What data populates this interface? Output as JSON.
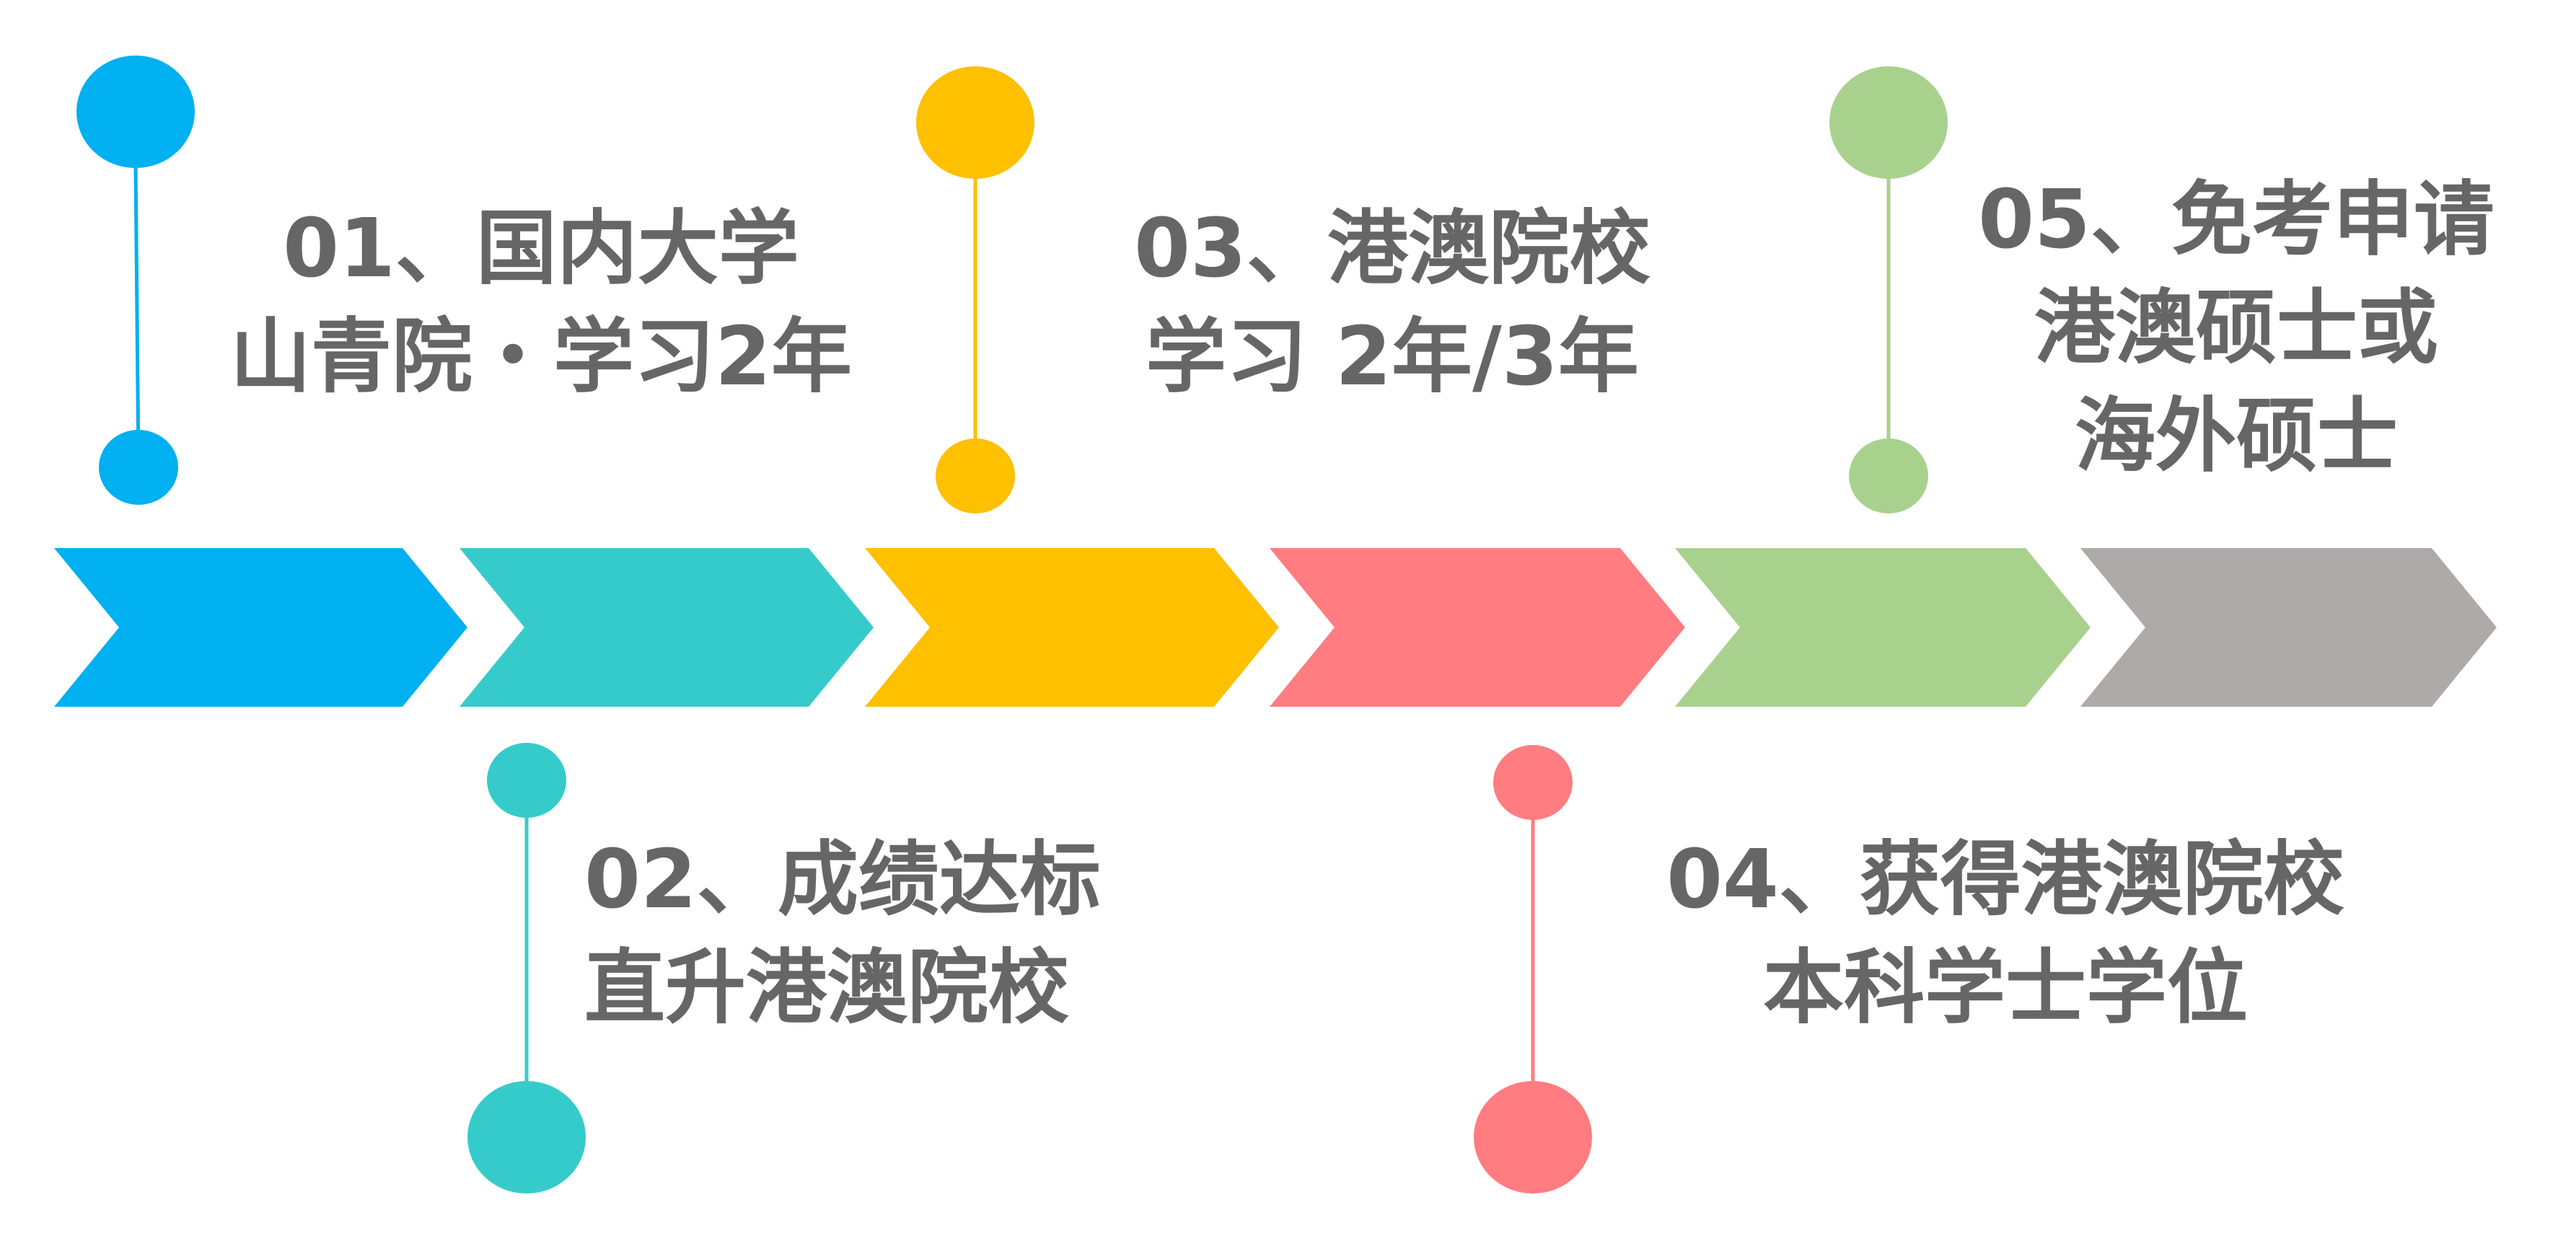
{
  "colors": {
    "text": "#666666",
    "blue": "#00B0F0",
    "teal": "#36CBCB",
    "yellow": "#FFC000",
    "coral": "#FF7C80",
    "green": "#A9D18E",
    "gray": "#AEAAAA"
  },
  "arrow_colors": [
    "#00B0F0",
    "#36CBCB",
    "#FFC000",
    "#FF7C80",
    "#A9D18E",
    "#AEAAAA"
  ],
  "steps": [
    {
      "line1": "01、国内大学",
      "line2": "山青院・学习2年",
      "color": "#00B0F0"
    },
    {
      "line1": "02、成绩达标",
      "line2": "直升港澳院校",
      "color": "#36CBCB"
    },
    {
      "line1": "03、港澳院校",
      "line2": "学习 2年/3年",
      "color": "#FFC000"
    },
    {
      "line1": "04、获得港澳院校",
      "line2": "本科学士学位",
      "color": "#FF7C80"
    },
    {
      "line1": "05、免考申请",
      "line2": "港澳硕士或",
      "line3": "海外硕士",
      "color": "#A9D18E"
    }
  ]
}
